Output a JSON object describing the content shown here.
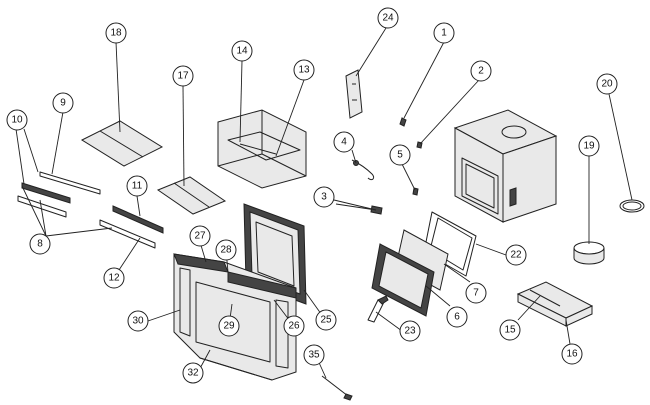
{
  "diagram": {
    "callouts": [
      {
        "id": "1",
        "label": "1"
      },
      {
        "id": "2",
        "label": "2"
      },
      {
        "id": "3",
        "label": "3"
      },
      {
        "id": "4",
        "label": "4"
      },
      {
        "id": "5",
        "label": "5"
      },
      {
        "id": "6",
        "label": "6"
      },
      {
        "id": "7",
        "label": "7"
      },
      {
        "id": "8",
        "label": "8"
      },
      {
        "id": "9",
        "label": "9"
      },
      {
        "id": "10",
        "label": "10"
      },
      {
        "id": "11",
        "label": "11"
      },
      {
        "id": "12",
        "label": "12"
      },
      {
        "id": "13",
        "label": "13"
      },
      {
        "id": "14",
        "label": "14"
      },
      {
        "id": "15",
        "label": "15"
      },
      {
        "id": "16",
        "label": "16"
      },
      {
        "id": "17",
        "label": "17"
      },
      {
        "id": "18",
        "label": "18"
      },
      {
        "id": "19",
        "label": "19"
      },
      {
        "id": "20",
        "label": "20"
      },
      {
        "id": "22",
        "label": "22"
      },
      {
        "id": "23",
        "label": "23"
      },
      {
        "id": "24",
        "label": "24"
      },
      {
        "id": "25",
        "label": "25"
      },
      {
        "id": "26",
        "label": "26"
      },
      {
        "id": "27",
        "label": "27"
      },
      {
        "id": "28",
        "label": "28"
      },
      {
        "id": "29",
        "label": "29"
      },
      {
        "id": "30",
        "label": "30"
      },
      {
        "id": "32",
        "label": "32"
      },
      {
        "id": "35",
        "label": "35"
      }
    ]
  }
}
